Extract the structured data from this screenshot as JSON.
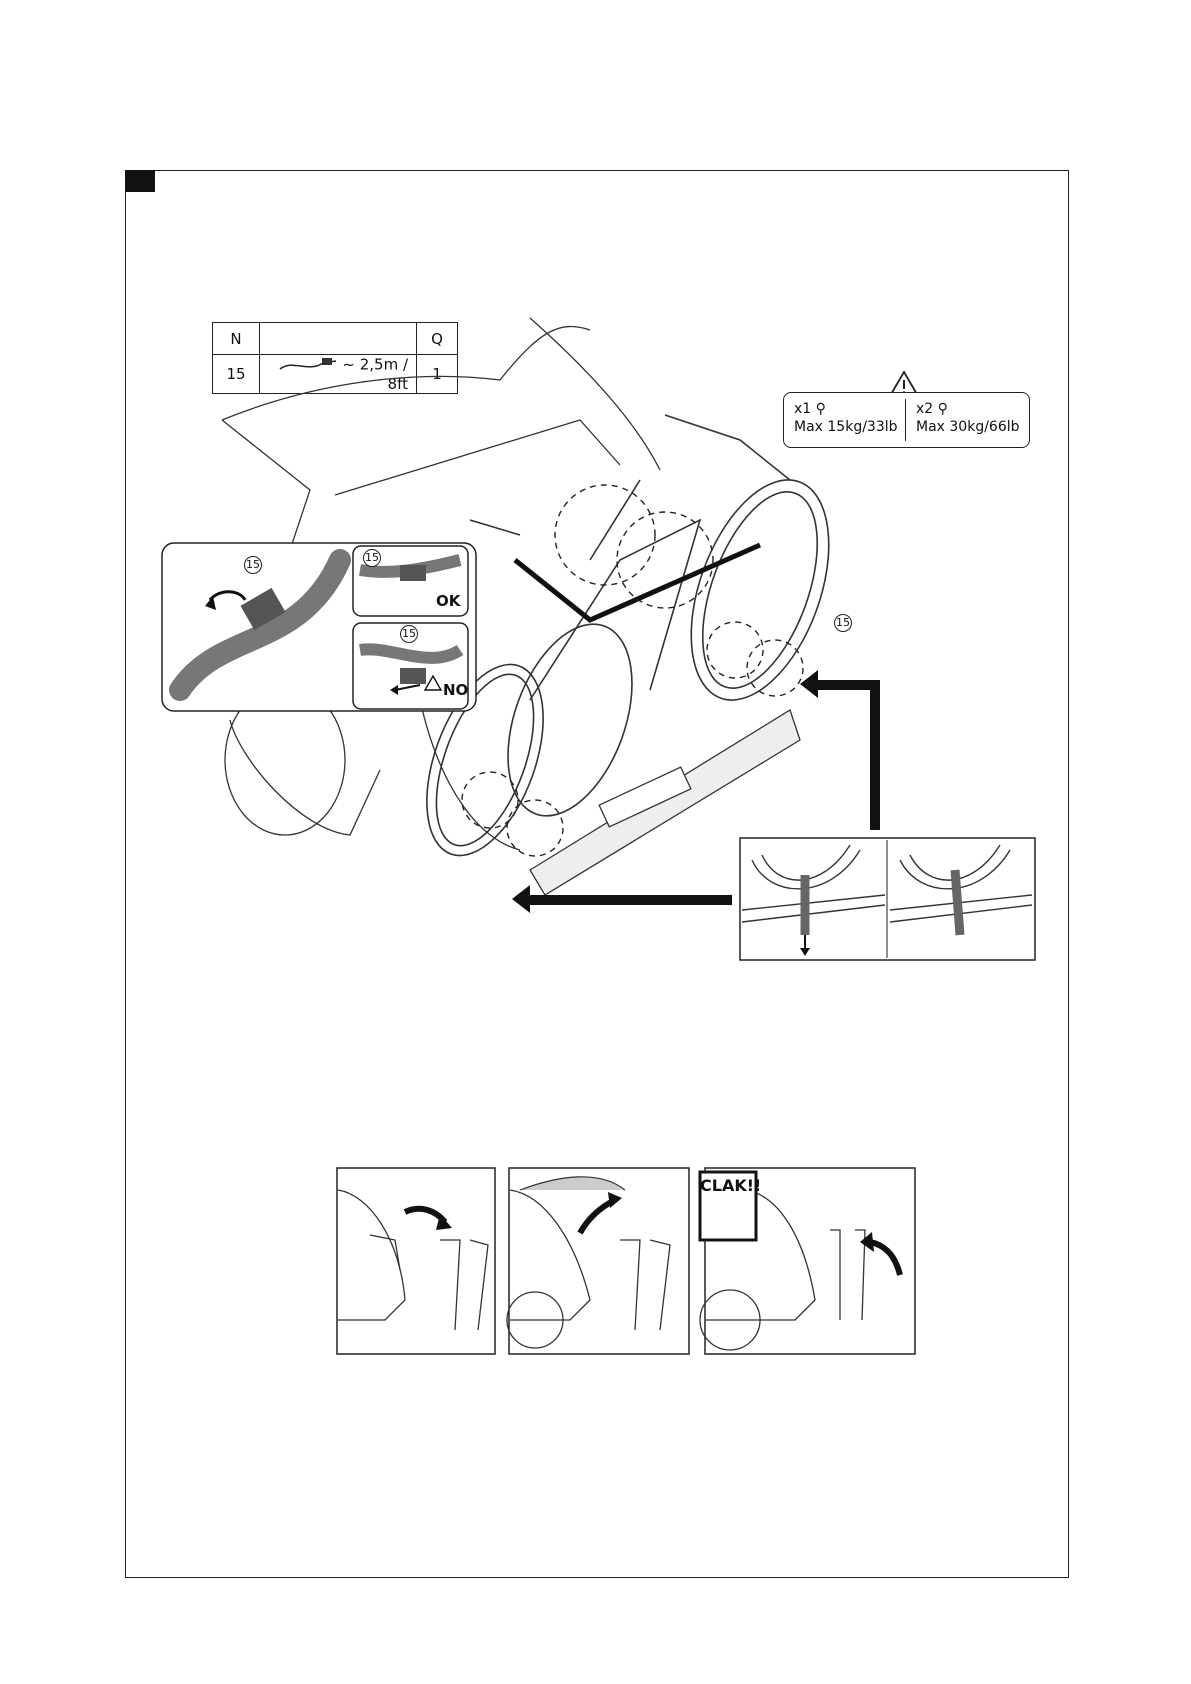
{
  "parts_table": {
    "header_n": "N",
    "header_desc": "",
    "header_q": "Q",
    "row_n": "15",
    "row_desc": "~ 2,5m / 8ft",
    "row_q": "1"
  },
  "warning": {
    "left_count": "x1",
    "left_limit": "Max 15kg/33lb",
    "right_count": "x2",
    "right_limit": "Max 30kg/66lb",
    "icon": "warning-triangle-icon",
    "bike_icon": "bicycle-icon"
  },
  "detail": {
    "part_number": "15",
    "ok_label": "OK",
    "no_label": "NO"
  },
  "fold_sequence": {
    "sound_text": "CLAK!!"
  }
}
